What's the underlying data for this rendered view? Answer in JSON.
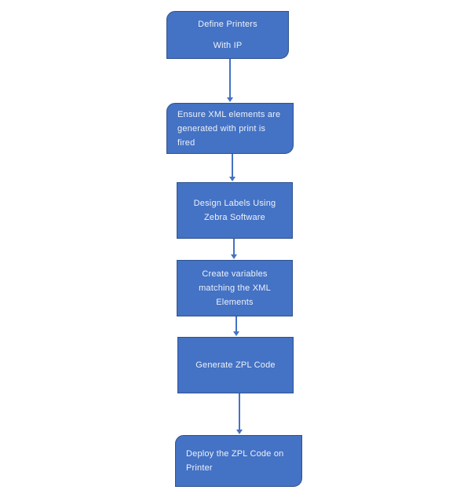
{
  "diagram": {
    "type": "flowchart",
    "direction": "top-down",
    "colors": {
      "node_fill": "#4472C4",
      "node_border": "#2F528F",
      "arrow": "#4472C4",
      "text": "#EDF2FA",
      "background": "#FFFFFF"
    },
    "nodes": [
      {
        "id": "define-printers",
        "shape": "round-diagonal-corner-rectangle",
        "text_align": "center",
        "lines": [
          "Define Printers",
          "With IP"
        ]
      },
      {
        "id": "ensure-xml-elements",
        "shape": "round-diagonal-corner-rectangle",
        "text_align": "left",
        "lines": [
          "Ensure XML elements are",
          "generated with print is",
          "fired"
        ]
      },
      {
        "id": "design-labels",
        "shape": "rectangle",
        "text_align": "center",
        "lines": [
          "Design Labels Using",
          "Zebra Software"
        ]
      },
      {
        "id": "create-variables",
        "shape": "rectangle",
        "text_align": "center",
        "lines": [
          "Create variables",
          "matching the XML",
          "Elements"
        ]
      },
      {
        "id": "generate-zpl-code",
        "shape": "rectangle",
        "text_align": "center",
        "lines": [
          "Generate ZPL Code"
        ]
      },
      {
        "id": "deploy-zpl-code",
        "shape": "round-diagonal-corner-rectangle",
        "text_align": "left",
        "lines": [
          "Deploy the ZPL Code on",
          "Printer"
        ]
      }
    ],
    "edges": [
      {
        "from": "define-printers",
        "to": "ensure-xml-elements"
      },
      {
        "from": "ensure-xml-elements",
        "to": "design-labels"
      },
      {
        "from": "design-labels",
        "to": "create-variables"
      },
      {
        "from": "create-variables",
        "to": "generate-zpl-code"
      },
      {
        "from": "generate-zpl-code",
        "to": "deploy-zpl-code"
      }
    ]
  }
}
